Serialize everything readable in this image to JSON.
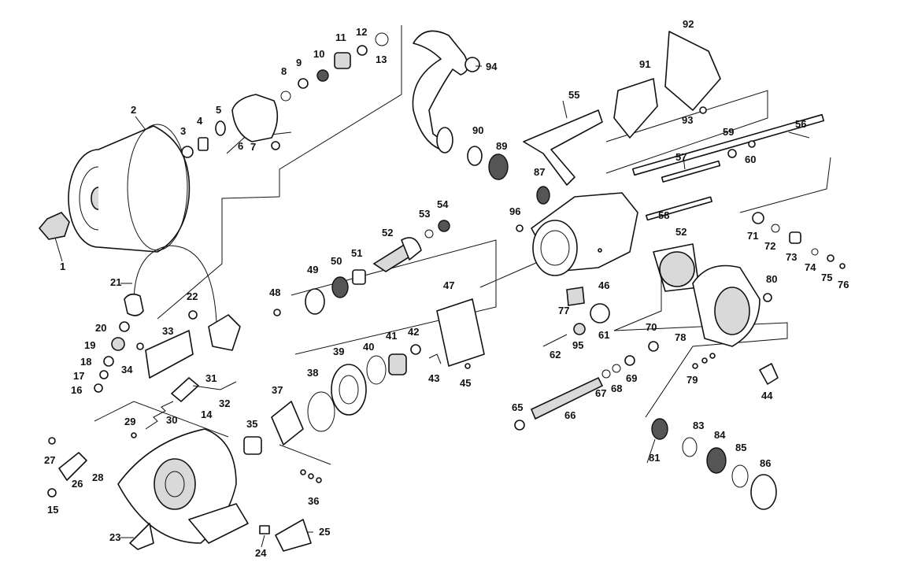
{
  "diagram": {
    "type": "exploded-parts-diagram",
    "callouts": [
      "1",
      "2",
      "3",
      "4",
      "5",
      "6",
      "7",
      "8",
      "9",
      "10",
      "11",
      "12",
      "13",
      "14",
      "15",
      "16",
      "17",
      "18",
      "19",
      "20",
      "21",
      "22",
      "23",
      "24",
      "25",
      "26",
      "27",
      "28",
      "29",
      "30",
      "31",
      "32",
      "33",
      "34",
      "35",
      "36",
      "37",
      "38",
      "39",
      "40",
      "41",
      "42",
      "43",
      "45",
      "44",
      "46",
      "47",
      "48",
      "49",
      "50",
      "51",
      "52",
      "53",
      "54",
      "55",
      "56",
      "57",
      "58",
      "59",
      "60",
      "61",
      "62",
      "65",
      "66",
      "67",
      "68",
      "69",
      "70",
      "71",
      "72",
      "73",
      "74",
      "75",
      "76",
      "77",
      "78",
      "79",
      "80",
      "81",
      "83",
      "84",
      "85",
      "86",
      "87",
      "89",
      "90",
      "91",
      "92",
      "93",
      "94",
      "95",
      "96",
      "52"
    ]
  }
}
